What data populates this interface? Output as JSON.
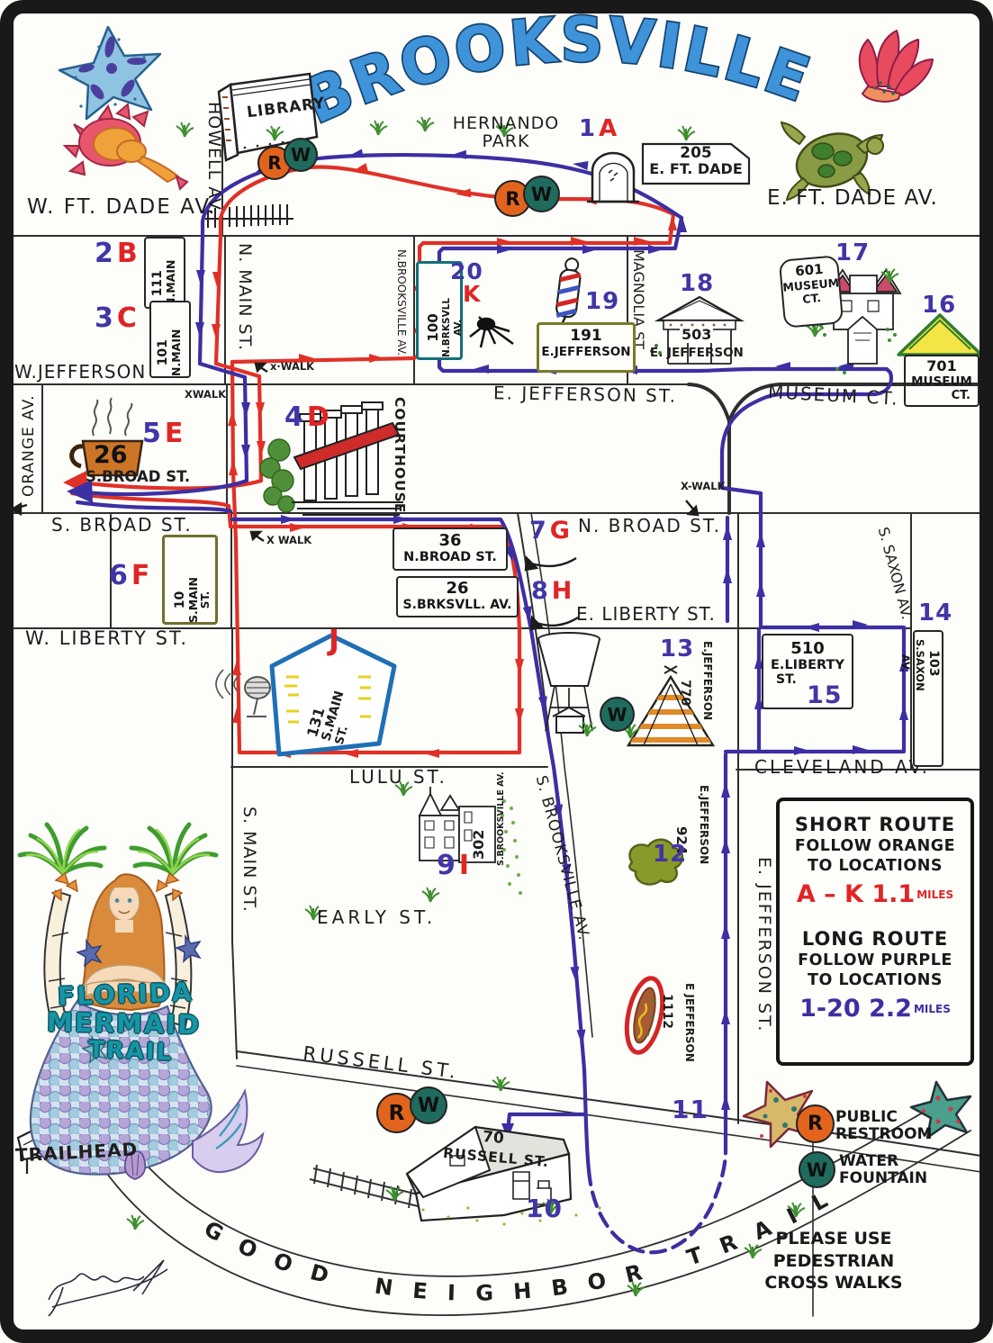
{
  "title": "BROOKSVILLE",
  "park": {
    "l1": "HERNANDO",
    "l2": "PARK"
  },
  "streets": {
    "w_ft_dade": "W. FT. DADE AV.",
    "e_ft_dade": "E. FT. DADE AV.",
    "howell": "HOWELL AV.",
    "n_main": "N. MAIN ST.",
    "n_brooksville": "N.BROOKSVILLE AV.",
    "magnolia": "MAGNOLIA ST.",
    "w_jefferson": "W.JEFFERSON",
    "e_jefferson": "E. JEFFERSON ST.",
    "museum_ct": "MUSEUM CT.",
    "orange": "ORANGE AV.",
    "s_broad": "S. BROAD ST.",
    "n_broad": "N. BROAD ST.",
    "w_liberty": "W. LIBERTY ST.",
    "e_liberty": "E. LIBERTY ST.",
    "s_saxon": "S. SAXON AV.",
    "cleveland": "CLEVELAND AV.",
    "lulu": "LULU ST.",
    "s_main": "S. MAIN ST.",
    "s_brooksville": "S. BROOKSVILLE AV.",
    "early": "EARLY ST.",
    "e_jefferson_s": "E. JEFFERSON ST.",
    "russell": "RUSSELL ST.",
    "good_neighbor": "GOOD NEIGHBOR TRAIL"
  },
  "xwalks": {
    "a": "x·WALK",
    "b": "XWALK",
    "c": "X WALK",
    "d": "X-WALK"
  },
  "stops": {
    "s1": {
      "n": "1",
      "l": "A"
    },
    "s2": {
      "n": "2",
      "l": "B"
    },
    "s3": {
      "n": "3",
      "l": "C"
    },
    "s4": {
      "n": "4",
      "l": "D"
    },
    "s5": {
      "n": "5",
      "l": "E"
    },
    "s6": {
      "n": "6",
      "l": "F"
    },
    "s7": {
      "n": "7",
      "l": "G"
    },
    "s8": {
      "n": "8",
      "l": "H"
    },
    "s9": {
      "n": "9",
      "l": "I"
    },
    "sj": {
      "l": "J"
    },
    "s20": {
      "n": "20",
      "l": "K"
    },
    "s10": {
      "n": "10"
    },
    "s11": {
      "n": "11"
    },
    "s12": {
      "n": "12"
    },
    "s13": {
      "n": "13"
    },
    "s14": {
      "n": "14"
    },
    "s15": {
      "n": "15"
    },
    "s16": {
      "n": "16"
    },
    "s17": {
      "n": "17"
    },
    "s18": {
      "n": "18"
    },
    "s19": {
      "n": "19"
    }
  },
  "buildings": {
    "library": "LIBRARY",
    "b205": {
      "a": "205",
      "b": "E. FT. DADE"
    },
    "b111": {
      "a": "111",
      "b": "N.MAIN"
    },
    "b101": {
      "a": "101",
      "b": "N.MAIN"
    },
    "courthouse": "COURTHOUSE",
    "b26broad": {
      "a": "26",
      "b": "S.BROAD ST."
    },
    "b10main": {
      "a": "10",
      "b": "S.MAIN",
      "c": "ST."
    },
    "b36": {
      "a": "36",
      "b": "N.BROAD ST."
    },
    "b26brk": {
      "a": "26",
      "b": "S.BRKSVLL. AV."
    },
    "b131": {
      "a": "131",
      "b": "S.MAIN",
      "c": "ST."
    },
    "b302": {
      "a": "302",
      "b": "S.BROOKSVILLE AV."
    },
    "b100": {
      "a": "100",
      "b": "N.BRKSVLL AV."
    },
    "b191": {
      "a": "191",
      "b": "E.JEFFERSON"
    },
    "b503": {
      "a": "503",
      "b": "E. JEFFERSON"
    },
    "b601": {
      "a": "601",
      "b": "MUSEUM",
      "c": "CT."
    },
    "b701": {
      "a": "701",
      "b": "MUSEUM",
      "c": "CT."
    },
    "b510": {
      "a": "510",
      "b": "E.LIBERTY",
      "c": "ST."
    },
    "b103": {
      "a": "103",
      "b": "S.SAXON AV."
    },
    "b770": {
      "a": "770",
      "b": "E.JEFFERSON"
    },
    "b924": {
      "a": "924",
      "b": "E.JEFFERSON"
    },
    "b1112": {
      "a": "1112",
      "b": "E JEFFERSON"
    },
    "b70": {
      "a": "70",
      "b": "RUSSELL ST."
    }
  },
  "trailhead": "TRAILHEAD",
  "legend": {
    "s1": "SHORT ROUTE",
    "s2": "FOLLOW ORANGE",
    "s3": "TO LOCATIONS",
    "s_range": "A – K",
    "s_miles": "1.1",
    "miles": "MILES",
    "l1": "LONG ROUTE",
    "l2": "FOLLOW PURPLE",
    "l3": "TO LOCATIONS",
    "l_range": "1-20",
    "l_miles": "2.2"
  },
  "key": {
    "r": "R",
    "w": "W",
    "restroom1": "PUBLIC",
    "restroom2": "RESTROOM",
    "water1": "WATER",
    "water2": "FOUNTAIN",
    "cross1": "PLEASE USE",
    "cross2": "PEDESTRIAN",
    "cross3": "CROSS WALKS"
  },
  "badge": {
    "l1": "FLORIDA",
    "l2": "MERMAID",
    "l3": "TRAIL"
  },
  "colors": {
    "route_short": "#e03127",
    "route_long": "#3c2fa3",
    "stop_number": "#4136a6",
    "stop_letter": "#df2525",
    "restroom_badge": "#e2641c",
    "water_badge": "#1f6b5e"
  }
}
